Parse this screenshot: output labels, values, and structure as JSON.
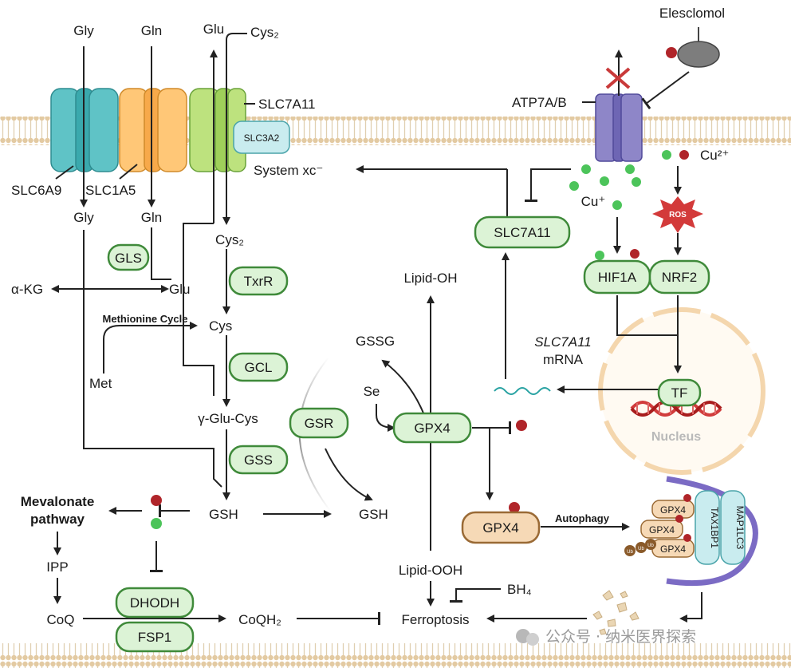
{
  "transport": {
    "gly_out": "Gly",
    "gln_out": "Gln",
    "glu_out": "Glu",
    "cys2_out": "Cys₂",
    "slc7a11": "SLC7A11",
    "slc3a2": "SLC3A2",
    "system_xc": "System xc⁻",
    "slc6a9": "SLC6A9",
    "slc1a5": "SLC1A5",
    "gly_in": "Gly",
    "gln_in": "Gln"
  },
  "gsh_pathway": {
    "cys2_in": "Cys₂",
    "gls": "GLS",
    "akg": "α-KG",
    "glu_in": "Glu",
    "txrr": "TxrR",
    "methionine_cycle": "Methionine Cycle",
    "met": "Met",
    "cys": "Cys",
    "gcl": "GCL",
    "gglucys": "γ-Glu-Cys",
    "gss": "GSS",
    "gsh": "GSH"
  },
  "gpx4_cycle": {
    "lipid_oh": "Lipid-OH",
    "gssg": "GSSG",
    "se": "Se",
    "gsr": "GSR",
    "gpx4": "GPX4",
    "gsh": "GSH",
    "lipid_ooh": "Lipid-OOH"
  },
  "copper": {
    "elesclomol": "Elesclomol",
    "atp7ab": "ATP7A/B",
    "cu2": "Cu²⁺",
    "cu1": "Cu⁺",
    "ros": "ROS",
    "slc7a11": "SLC7A11",
    "hif1a": "HIF1A",
    "nrf2": "NRF2",
    "mrna_gene": "SLC7A11",
    "mrna_word": "mRNA",
    "tf": "TF",
    "nucleus": "Nucleus"
  },
  "autophagy": {
    "gpx4": "GPX4",
    "label": "Autophagy",
    "gpx4_a": "GPX4",
    "gpx4_b": "GPX4",
    "gpx4_c": "GPX4",
    "tax1bp1": "TAX1BP1",
    "map1lc3": "MAP1LC3",
    "ub1": "Ub",
    "ub2": "Ub",
    "ub3": "Ub"
  },
  "mevalonate": {
    "title_1": "Mevalonate",
    "title_2": "pathway",
    "ipp": "IPP",
    "coq": "CoQ",
    "dhodh": "DHODH",
    "fsp1": "FSP1",
    "coqh2": "CoQH₂",
    "ferroptosis": "Ferroptosis",
    "bh4": "BH₄"
  },
  "watermark": "公众号 · 纳米医界探索",
  "colors": {
    "enzyme_fill": "#dcf3d6",
    "enzyme_stroke": "#3f8a3a",
    "gpx4_deg_fill": "#f6d9b6",
    "gpx4_deg_stroke": "#9a6a35",
    "copper_green": "#4cc45a",
    "iron_red": "#b0252a"
  }
}
